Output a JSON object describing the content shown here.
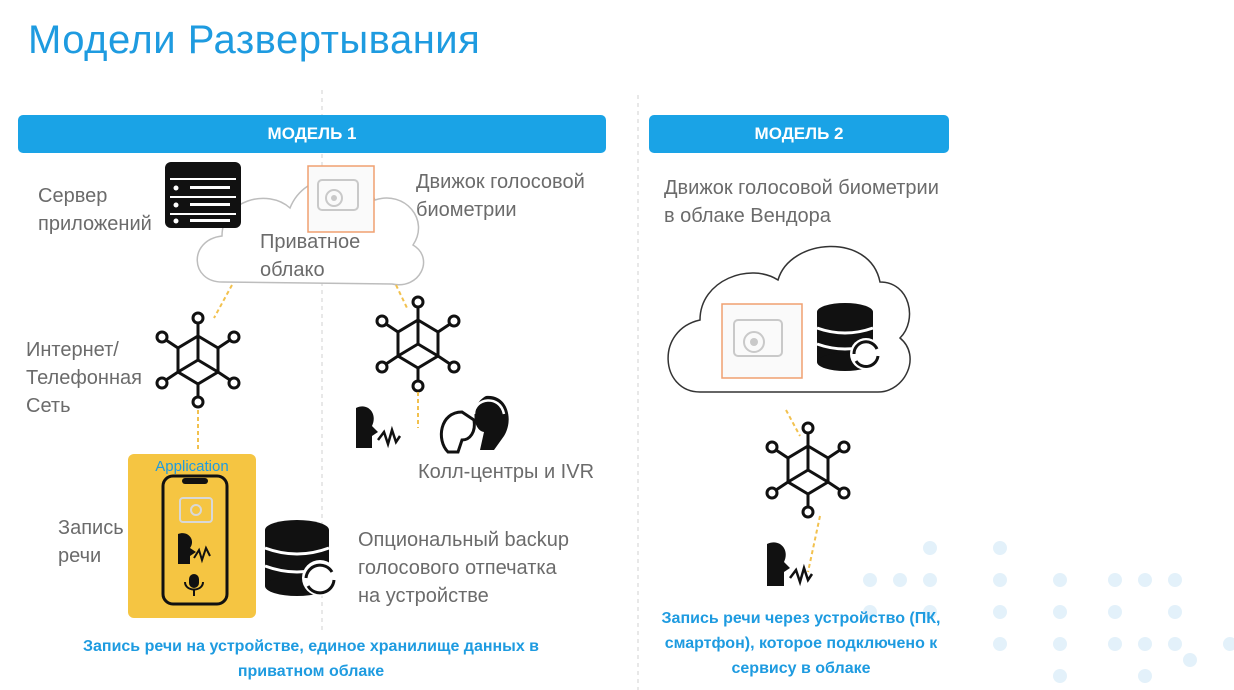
{
  "page": {
    "title": "Модели Развертывания"
  },
  "model1": {
    "banner": "МОДЕЛЬ 1",
    "server_label": "Сервер\nприложений",
    "private_cloud_label": "Приватное\nоблако",
    "engine_label": "Движок голосовой\nбиометрии",
    "network_label": "Интернет/\nТелефонная\nСеть",
    "call_center_label": "Колл-центры и IVR",
    "app_label": "Application",
    "recording_label": "Запись\nречи",
    "backup_label": "Опциональный backup\nголосового отпечатка\nна устройстве",
    "caption": "Запись речи на устройстве, единое хранилище данных в приватном облаке"
  },
  "model2": {
    "banner": "МОДЕЛЬ 2",
    "cloud_label": "Движок голосовой биометрии\nв облаке Вендора",
    "caption": "Запись речи через устройство (ПК, смартфон), которое подключено к сервису в облаке"
  },
  "colors": {
    "accent": "#1AA3E6",
    "app_bg": "#F5C542",
    "arrow": "#F2C14E",
    "frame": "#F0A070"
  }
}
